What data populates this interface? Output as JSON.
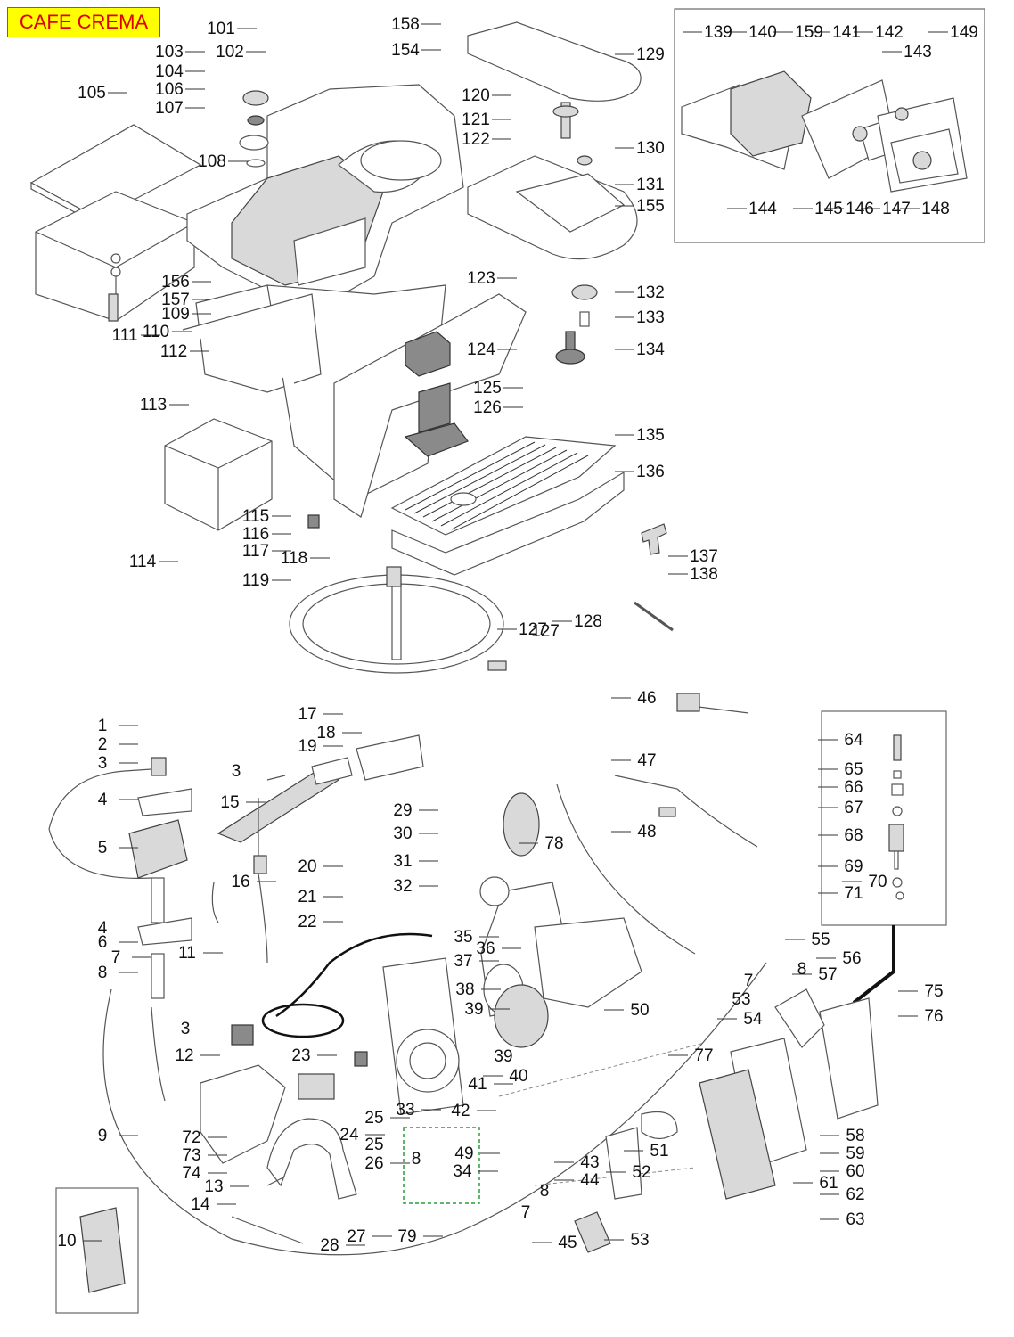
{
  "header": {
    "title": "CAFE CREMA"
  },
  "callouts": [
    "101",
    "102",
    "103",
    "104",
    "105",
    "106",
    "107",
    "108",
    "109",
    "110",
    "111",
    "112",
    "113",
    "114",
    "115",
    "116",
    "117",
    "118",
    "119",
    "120",
    "121",
    "122",
    "123",
    "124",
    "125",
    "126",
    "127",
    "128",
    "129",
    "130",
    "131",
    "132",
    "133",
    "134",
    "135",
    "136",
    "137",
    "138",
    "139",
    "140",
    "141",
    "142",
    "143",
    "144",
    "145",
    "146",
    "147",
    "148",
    "149",
    "154",
    "155",
    "156",
    "157",
    "158",
    "159",
    "1",
    "2",
    "3",
    "4",
    "5",
    "6",
    "7",
    "8",
    "9",
    "10",
    "11",
    "12",
    "13",
    "14",
    "15",
    "16",
    "17",
    "18",
    "19",
    "20",
    "21",
    "22",
    "23",
    "24",
    "25",
    "26",
    "27",
    "28",
    "29",
    "30",
    "31",
    "32",
    "33",
    "34",
    "35",
    "36",
    "37",
    "38",
    "39",
    "40",
    "41",
    "42",
    "43",
    "44",
    "45",
    "46",
    "47",
    "48",
    "49",
    "50",
    "51",
    "52",
    "53",
    "54",
    "55",
    "56",
    "57",
    "58",
    "59",
    "60",
    "61",
    "62",
    "63",
    "64",
    "65",
    "66",
    "67",
    "68",
    "69",
    "70",
    "71",
    "72",
    "73",
    "74",
    "75",
    "76",
    "77",
    "78",
    "79"
  ]
}
